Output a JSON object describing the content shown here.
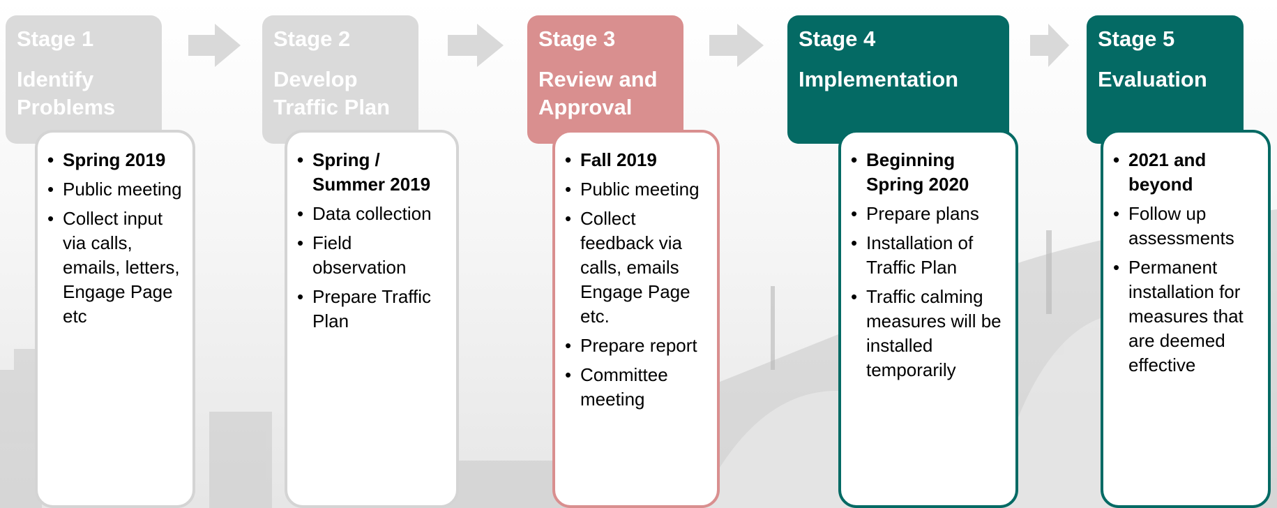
{
  "colors": {
    "faded": "#dadada",
    "review": "#d98f8f",
    "teal": "#046a64",
    "arrow": "#d9d9d9"
  },
  "stages": [
    {
      "num": "Stage 1",
      "title": "Identify Problems",
      "items": [
        "Spring 2019",
        "Public meeting",
        "Collect input via calls, emails, letters, Engage Page etc"
      ]
    },
    {
      "num": "Stage 2",
      "title": "Develop Traffic Plan",
      "items": [
        "Spring / Summer 2019",
        "Data collection",
        "Field observation",
        "Prepare Traffic Plan"
      ]
    },
    {
      "num": "Stage 3",
      "title": "Review and Approval",
      "items": [
        "Fall 2019",
        "Public meeting",
        "Collect feedback via calls, emails Engage Page etc.",
        "Prepare report",
        "Committee meeting"
      ]
    },
    {
      "num": "Stage 4",
      "title": "Implementation",
      "items": [
        "Beginning Spring 2020",
        "Prepare plans",
        "Installation of Traffic Plan",
        "Traffic calming measures will be installed temporarily"
      ]
    },
    {
      "num": "Stage 5",
      "title": "Evaluation",
      "items": [
        "2021 and beyond",
        "Follow up assessments",
        "Permanent installation for measures that are deemed effective"
      ]
    }
  ]
}
